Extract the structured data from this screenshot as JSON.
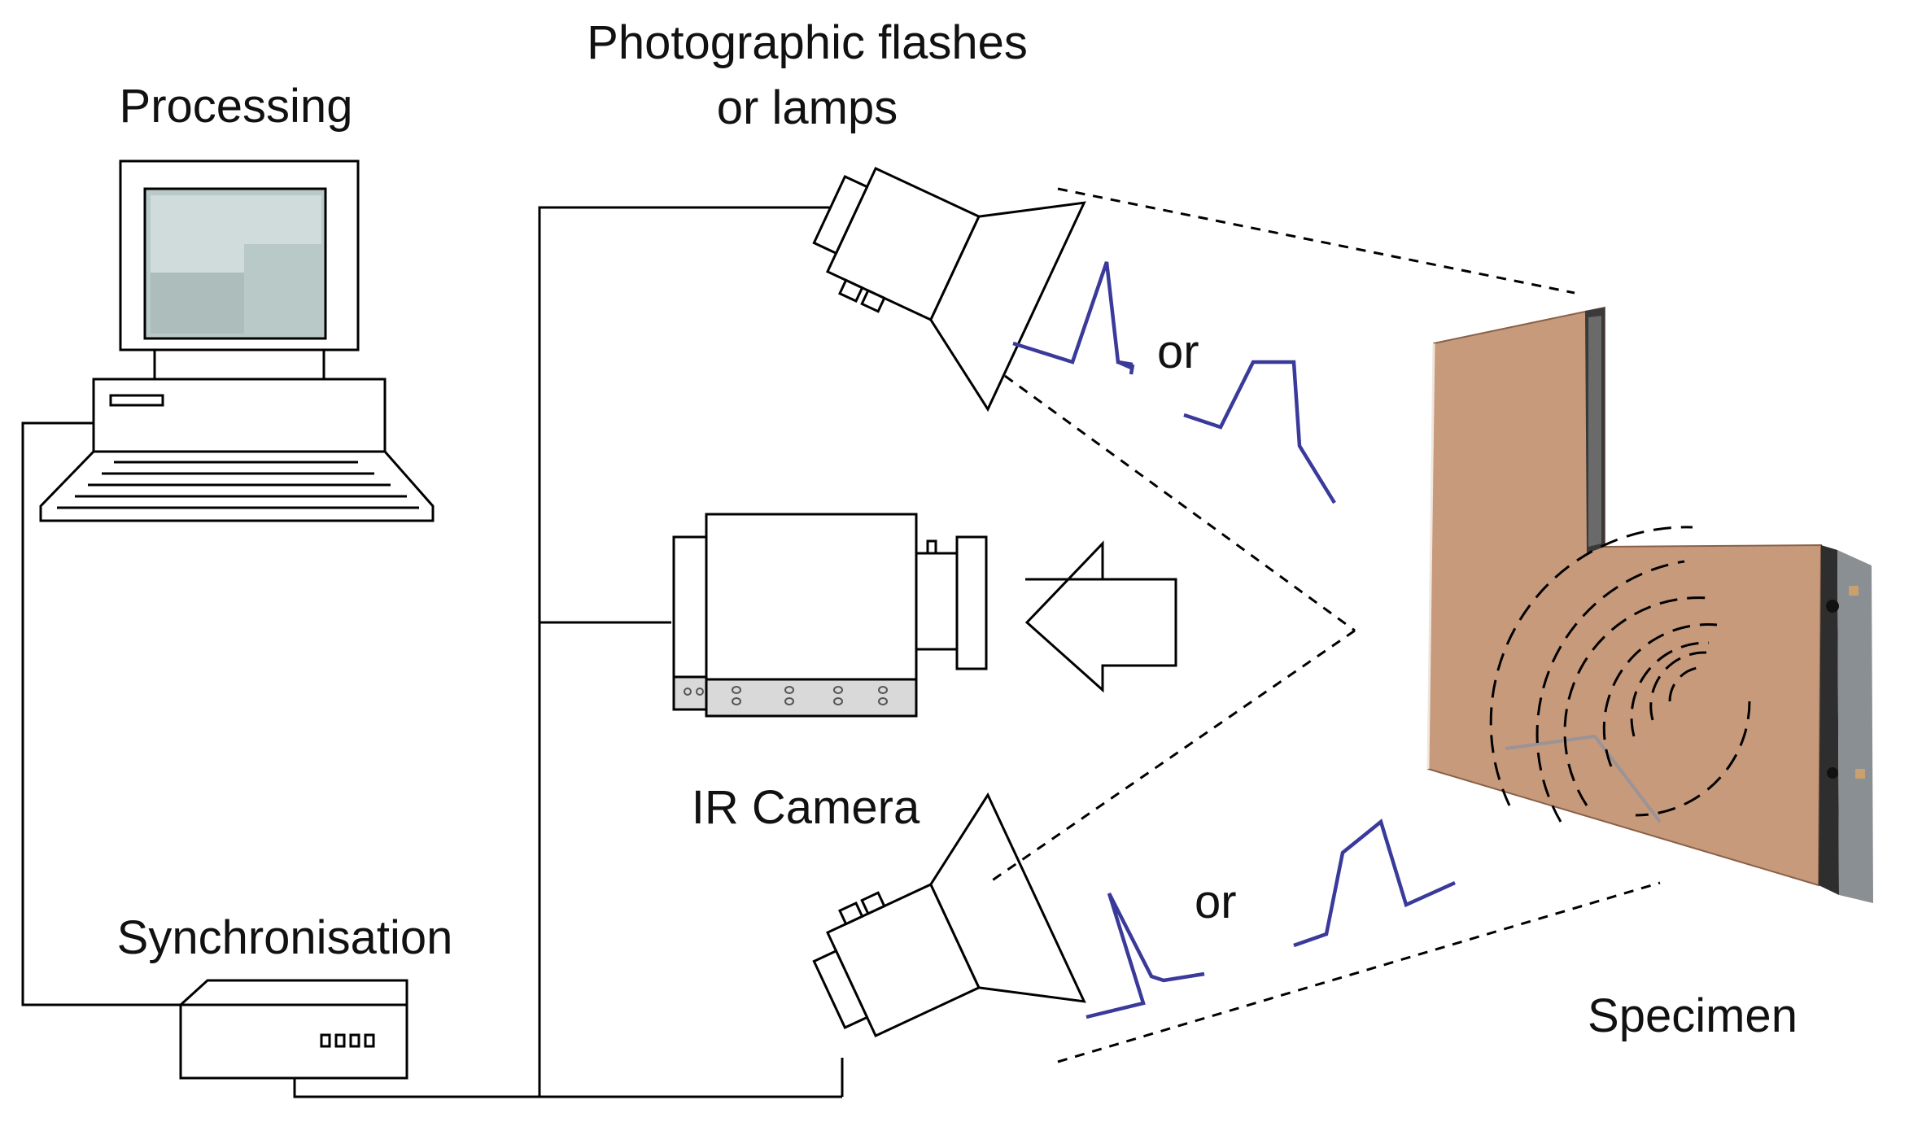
{
  "labels": {
    "processing": "Processing",
    "flashes_line1": "Photographic flashes",
    "flashes_line2": "or lamps",
    "or_top": "or",
    "or_bottom": "or",
    "ir_camera": "IR Camera",
    "synchronisation": "Synchronisation",
    "specimen": "Specimen"
  },
  "colors": {
    "pulse": "#3a3a9a",
    "specimen_panel": "#c79a7c",
    "monitor_screen": "#b8c9c8",
    "camera_base": "#d9d9d9"
  },
  "icons": [
    "computer-icon",
    "flash-lamp-icon",
    "ir-camera-icon",
    "arrow-left-icon",
    "sync-unit-icon",
    "specimen-photo"
  ]
}
